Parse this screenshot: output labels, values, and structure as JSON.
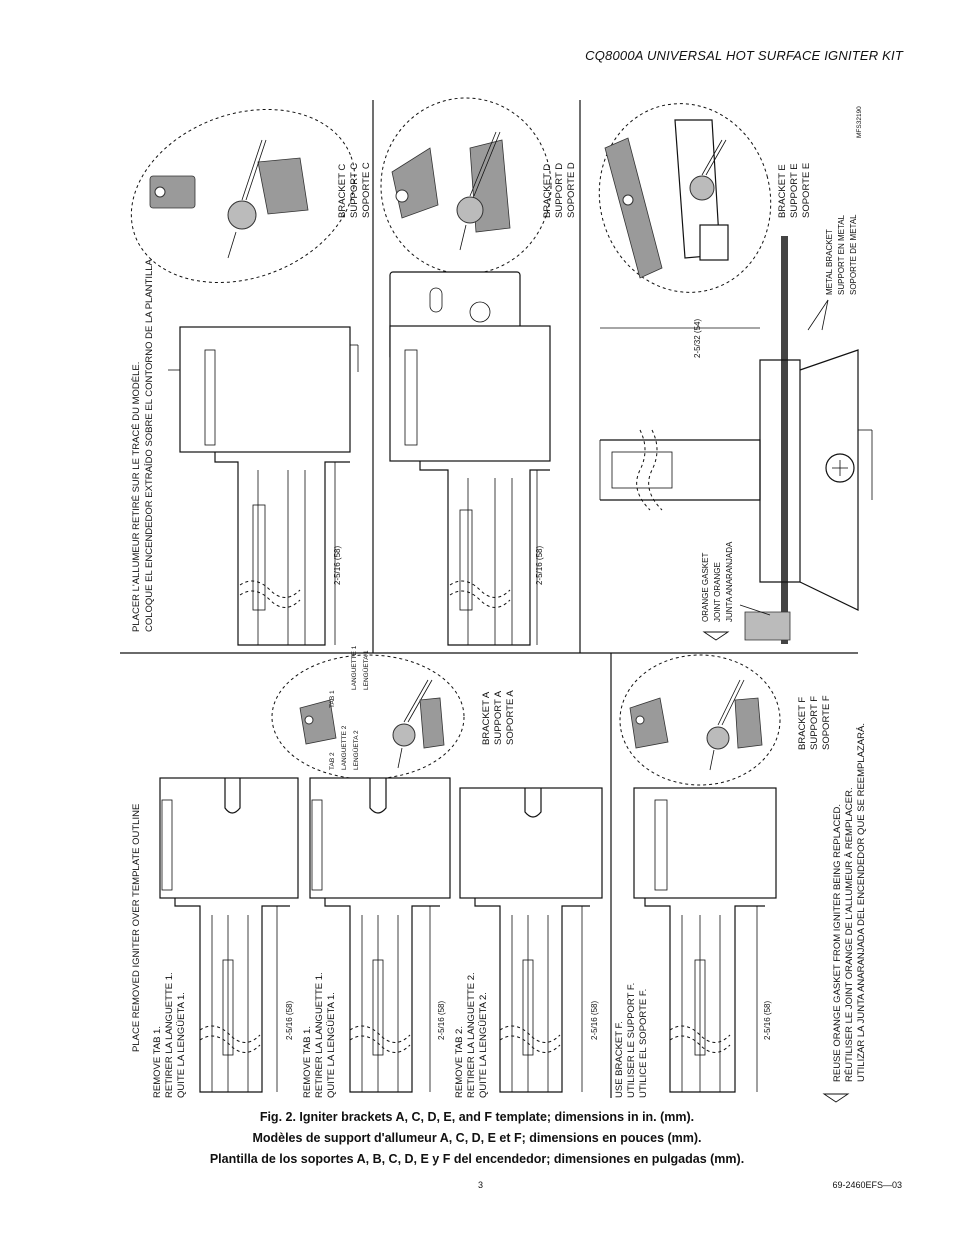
{
  "header": {
    "title": "CQ8000A UNIVERSAL HOT SURFACE IGNITER KIT"
  },
  "figure_id": "MFS32190",
  "panels": {
    "top_left": {
      "instruction_fr": "PLACER L'ALLUMEUR RETIRÉ SUR LE TRACÉ DU MODÈLE.",
      "instruction_es": "COLOQUE EL ENCENDEDOR EXTRAÍDO SOBRE EL CONTORNO DE LA PLANTILLA",
      "dimension": "2-5/16 (58)",
      "bracket": [
        "BRACKET C",
        "SUPPORT C",
        "SOPORTE C"
      ]
    },
    "top_middle": {
      "dimension": "2-5/16 (58)",
      "bracket": [
        "BRACKET D",
        "SUPPORT D",
        "SOPORTE D"
      ]
    },
    "top_right": {
      "dimension": "2-5/32 (54)",
      "bracket": [
        "BRACKET E",
        "SUPPORT E",
        "SOPORTE E"
      ],
      "metal_bracket": [
        "METAL BRACKET",
        "SUPPORT EN METAL",
        "SOPORTE DE METAL"
      ],
      "gasket": [
        "ORANGE GASKET",
        "JOINT ORANGE",
        "JUNTA ANARANJADA"
      ]
    },
    "bottom": {
      "instruction_en": "PLACE REMOVED IGNITER OVER TEMPLATE OUTLINE",
      "rows": [
        {
          "lines": [
            "REMOVE TAB 1.",
            "RETIRER LA LANGUETTE 1.",
            "QUITE LA LENGÜETA 1."
          ],
          "dimension": "2-5/16 (58)"
        },
        {
          "lines": [
            "REMOVE TAB 1.",
            "RETIRER LA LANGUETTE 1.",
            "QUITE LA LENGÜETA 1."
          ],
          "dimension": "2-5/16 (58)"
        },
        {
          "lines": [
            "REMOVE TAB 2.",
            "RETIRER LA LANGUETTE 2.",
            "QUITE LA LENGÜETA 2."
          ],
          "dimension": "2-5/16 (58)"
        },
        {
          "lines": [
            "USE BRACKET F.",
            "UTILISER LE SUPPORT F.",
            "UTILICE EL SOPORTE F."
          ],
          "dimension": "2-5/16 (58)"
        }
      ],
      "bracket_a": [
        "BRACKET A",
        "SUPPORT A",
        "SOPORTE A"
      ],
      "bracket_f": [
        "BRACKET F",
        "SUPPORT F",
        "SOPORTE F"
      ],
      "tab_labels": {
        "tab1": "TAB 1",
        "languette1": "LANGUETTE 1",
        "lengueta1": "LENGÜETA 1",
        "tab2": "TAB 2",
        "languette2": "LANGUETTE 2",
        "lengueta2": "LENGÜETA 2"
      },
      "note": [
        "REUSE ORANGE GASKET FROM IGNITER BEING REPLACED.",
        "RÉUTILISER LE JOINT ORANGE DE L'ALLUMEUR À REMPLACER.",
        "UTILIZAR LA JUNTA ANARANJADA DEL ENCENDEDOR QUE SE REEMPLAZARÁ."
      ]
    }
  },
  "captions": [
    "Fig. 2. Igniter brackets A, C, D, E, and F template; dimensions in in. (mm).",
    "Modèles de support d'allumeur A, C, D, E et F; dimensions en pouces (mm).",
    "Plantilla de los soportes A, B, C, D, E y F del encendedor; dimensiones en pulgadas (mm)."
  ],
  "footer": {
    "page_number": "3",
    "doc_number": "69-2460EFS—03"
  }
}
